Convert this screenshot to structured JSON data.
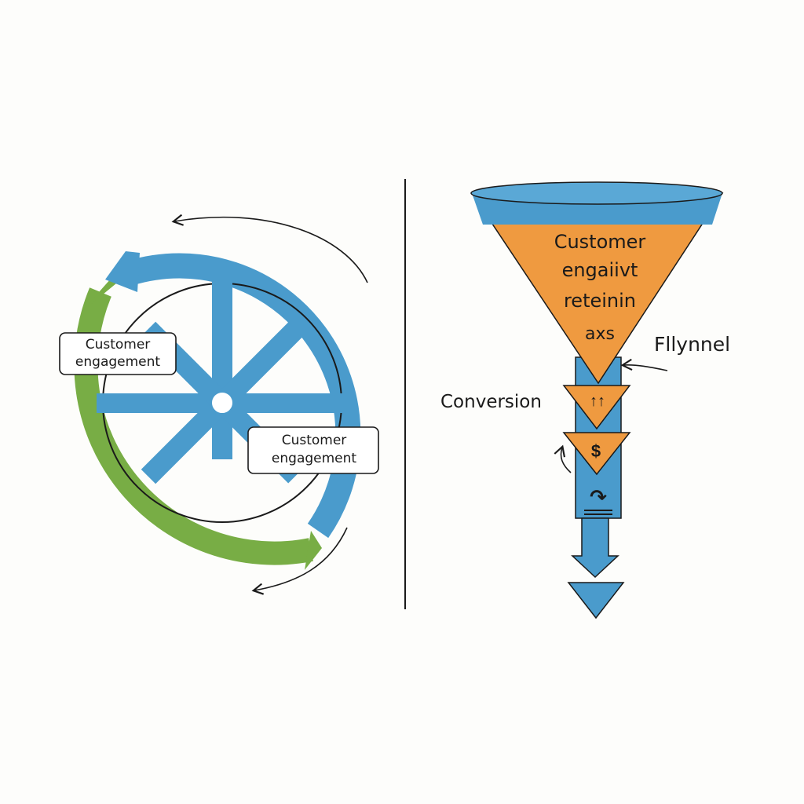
{
  "colors": {
    "blue": "#4a9bcc",
    "green": "#78ad45",
    "orange": "#ef9a40",
    "ink": "#1a1a1a",
    "background": "#fdfdfb"
  },
  "flywheel": {
    "label_left": [
      "Customer",
      "engagement"
    ],
    "label_right": [
      "Customer",
      "engagement"
    ]
  },
  "funnel": {
    "body_lines": [
      "Customer",
      "engaiivt",
      "reteinin",
      "axs"
    ],
    "title": "Fllynnel",
    "conversion_label": "Conversion",
    "stage_icons": [
      "↑↑",
      "$",
      "↷"
    ]
  }
}
